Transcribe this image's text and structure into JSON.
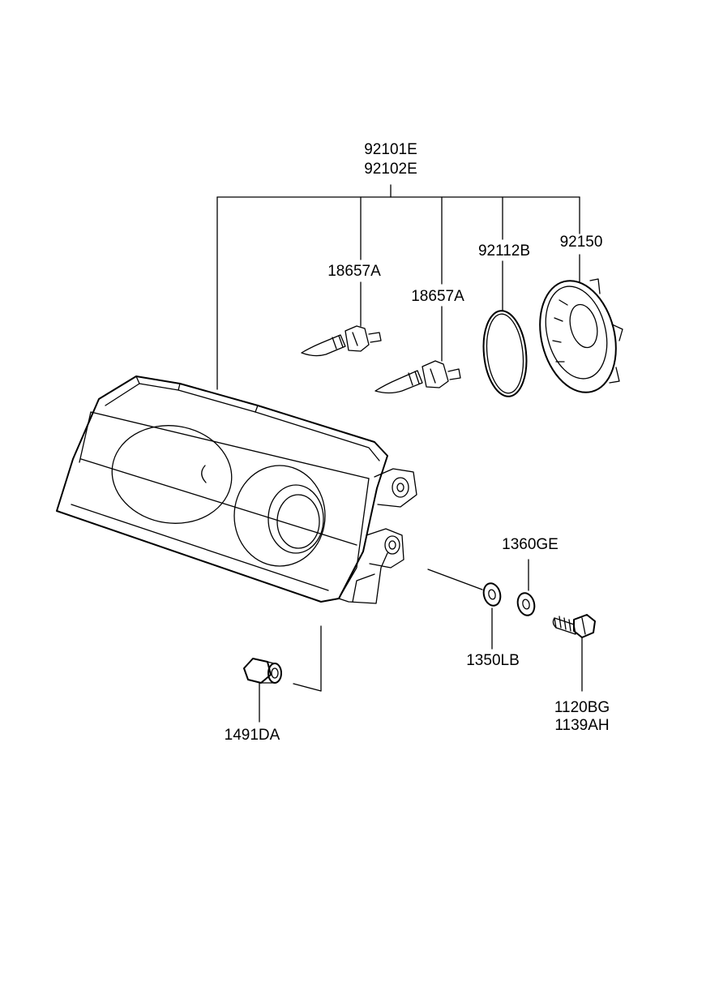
{
  "labels": {
    "assembly_a": "92101E",
    "assembly_b": "92102E",
    "bulb_1": "18657A",
    "bulb_2": "18657A",
    "gasket": "92112B",
    "cap": "92150",
    "washer_top": "1360GE",
    "washer_bottom": "1350LB",
    "bolt_a": "1120BG",
    "bolt_b": "1139AH",
    "nut": "1491DA"
  }
}
